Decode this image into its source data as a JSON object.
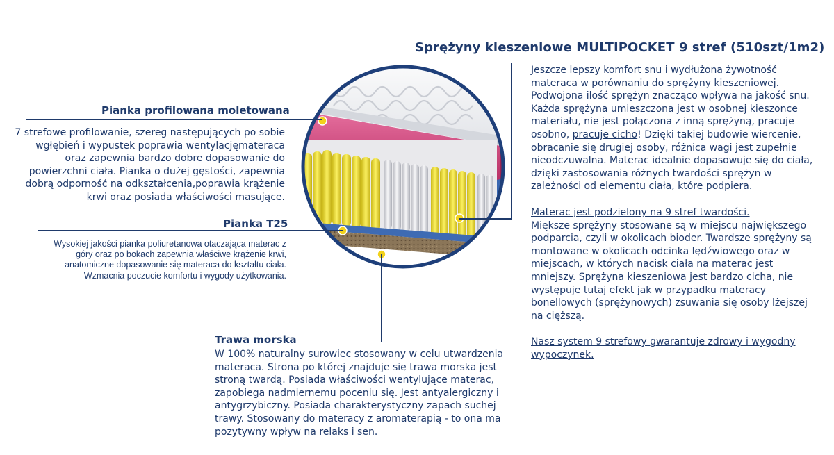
{
  "title": "Sprężyny kieszeniowe MULTIPOCKET  9 stref (510szt/1m2)",
  "left": {
    "profil": {
      "heading": "Pianka profilowana moletowana",
      "text": "7 strefowe profilowanie, szereg następujących po sobie wgłębień i wypustek poprawia wentylacjęmateraca oraz zapewnia bardzo dobre dopasowanie do powierzchni ciała. Pianka o dużej gęstości, zapewnia dobrą odporność na odkształcenia,poprawia krążenie krwi oraz posiada właściwości masujące."
    },
    "t25": {
      "heading": "Pianka T25",
      "text": "Wysokiej jakości pianka poliuretanowa otaczająca materac z góry oraz po bokach zapewnia właściwe krążenie krwi, anatomiczne dopasowanie się materaca do kształtu ciała. Wzmacnia poczucie komfortu i wygody użytkowania."
    }
  },
  "trawa": {
    "heading": "Trawa morska",
    "text": "W 100% naturalny surowiec stosowany w celu utwardzenia materaca. Strona po której znajduje się trawa morska jest stroną twardą. Posiada właściwości wentylujące materac,  zapobiega nadmiernemu poceniu się. Jest antyalergiczny i antygrzybiczny. Posiada charakterystyczny zapach suchej trawy. Stosowany do materacy z aromaterapią - to ona ma pozytywny wpływ na relaks i sen."
  },
  "right": {
    "p1": "Jeszcze lepszy komfort snu i wydłużona żywotność materaca w porównaniu do sprężyny kieszeniowej. Podwojona ilość sprężyn znacząco wpływa na jakość snu.",
    "p2_a": "Każda sprężyna umieszczona jest w osobnej kieszonce materiału, nie jest połączona z inną sprężyną, pracuje osobno, ",
    "p2_link": "pracuje cicho",
    "p2_b": "! Dzięki takiej budowie wiercenie, obracanie się drugiej osoby, różnica wagi jest zupełnie nieodczuwalna. Materac idealnie dopasowuje się do ciała, dzięki zastosowania różnych twardości sprężyn w zależności od elementu ciała, które podpiera.",
    "p3_link": "Materac jest podzielony na 9 stref twardości.",
    "p3": "Miększe sprężyny stosowane są w miejscu największego podparcia, czyli w okolicach bioder. Twardsze sprężyny są montowane w okolicach odcinka lędźwiowego oraz w miejscach, w których nacisk ciała na materac jest mniejszy. Sprężyna kieszeniowa jest bardzo cicha, nie występuje tutaj efekt jak w przypadku materacy bonellowych (sprężynowych) zsuwania się osoby lżejszej na cięższą.",
    "p4_link": "Nasz system 9 strefowy gwarantuje zdrowy i wygodny wypoczynek."
  },
  "colors": {
    "text": "#1f3a6b",
    "circle_border": "#1e3f7a",
    "marker": "#f2d21b",
    "foam_pink": "#d6457f",
    "spring_yellow": "#f3e43a",
    "spring_white": "#e6e6ea",
    "seagrass": "#7a6650"
  }
}
